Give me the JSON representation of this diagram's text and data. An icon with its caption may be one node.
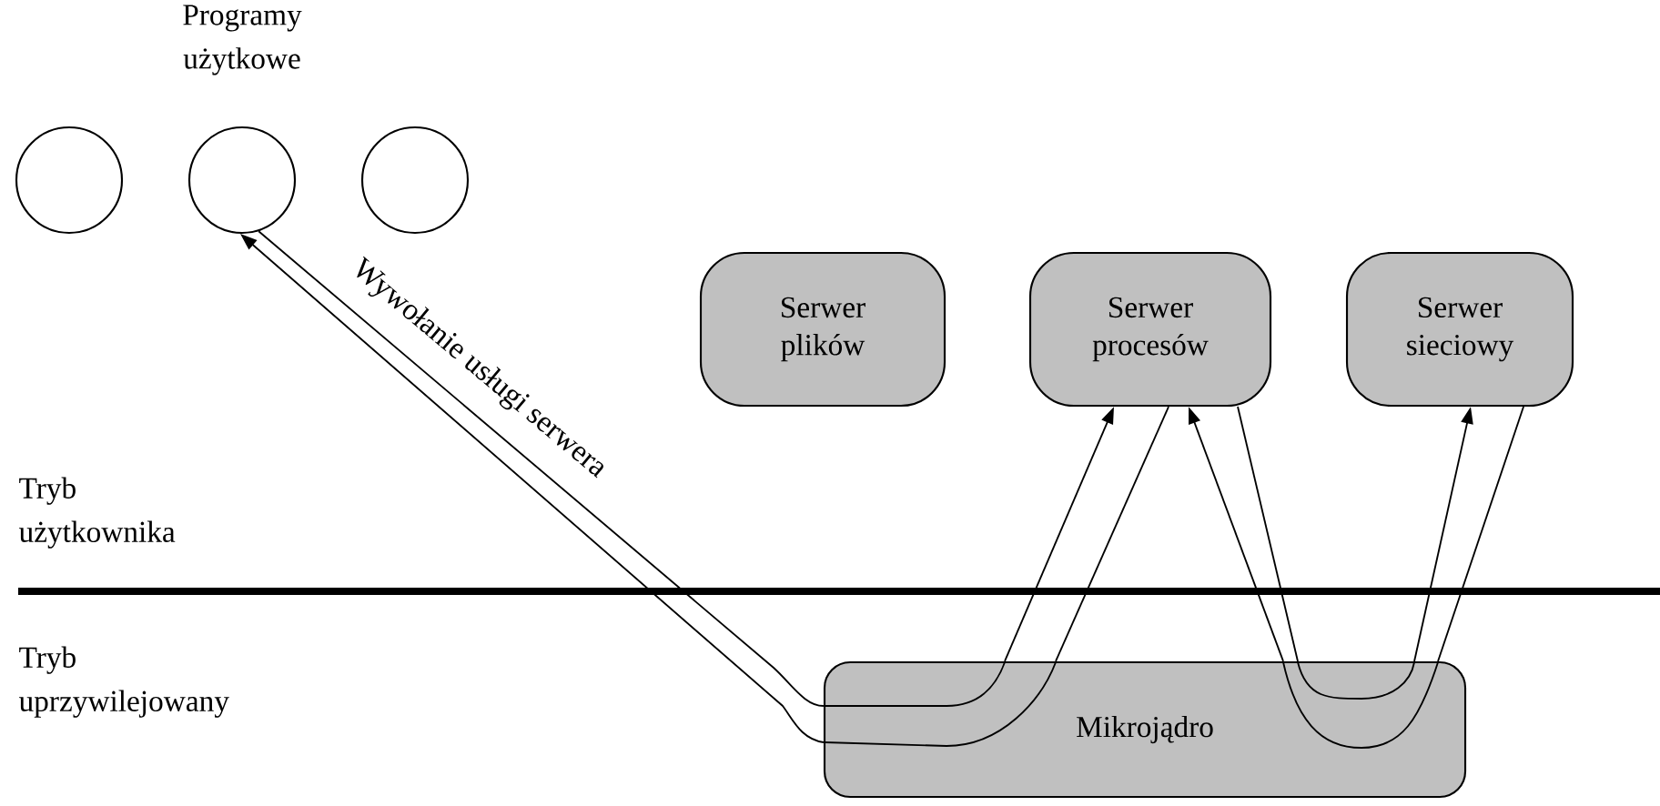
{
  "diagram": {
    "nodes": [
      {
        "text": [],
        "shape": "circle"
      },
      {
        "text": [],
        "shape": "circle"
      },
      {
        "text": [],
        "shape": "circle"
      },
      {
        "text": [
          "Serwer plików"
        ]
      },
      {
        "text": [
          "Serwer procesów"
        ]
      },
      {
        "text": [
          "Serwer sieciowy"
        ]
      },
      {
        "text": [
          "Mikrojądro"
        ]
      }
    ],
    "edges": [
      {
        "from": 1,
        "to": 6,
        "arrow": "none"
      },
      {
        "from": 6,
        "to": 4,
        "arrow": "to"
      },
      {
        "from": 4,
        "to": 6,
        "arrow": "none"
      },
      {
        "from": 6,
        "to": 1,
        "arrow": "to",
        "label": "Wywołanie usługi serwera"
      },
      {
        "from": 4,
        "to": 6,
        "arrow": "none"
      },
      {
        "from": 6,
        "to": 5,
        "arrow": "to"
      },
      {
        "from": 5,
        "to": 6,
        "arrow": "none"
      },
      {
        "from": 6,
        "to": 4,
        "arrow": "to"
      }
    ],
    "labels": [
      "Programy użytkowe",
      "Tryb użytkownika",
      "Tryb uprzywilejowany"
    ]
  }
}
